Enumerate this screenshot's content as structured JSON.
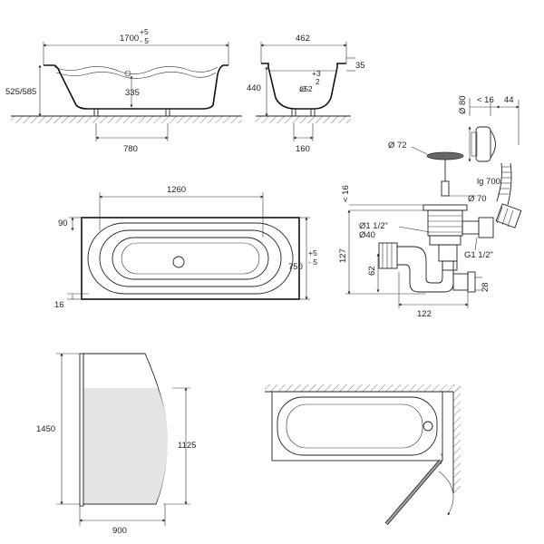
{
  "side_view": {
    "length": "1700",
    "tol_plus": "+5",
    "tol_minus": "- 5",
    "height": "525/585",
    "depth": "335",
    "leg_spacing": "780"
  },
  "end_view": {
    "width": "462",
    "rim": "35",
    "height": "440",
    "tol_plus": "+3",
    "tol_minus": "2",
    "drain_diam": "ø52",
    "leg_spacing": "160"
  },
  "top_view": {
    "inner_length": "1260",
    "head_offset": "90",
    "foot_offset": "16",
    "width": "750",
    "tol_plus": "+5",
    "tol_minus": "- 5"
  },
  "drain": {
    "cap_diam": "Ø 72",
    "overflow_diam": "Ø 80",
    "overflow_max": "< 16",
    "overflow_depth": "44",
    "hose_len": "lg 700",
    "body_diam": "Ø 70",
    "top_max": "< 16",
    "thread_1": "Ø1 1/2\"",
    "diam_40": "Ø40",
    "thread_2": "G1 1/2\"",
    "height_127": "127",
    "height_62": "62",
    "height_28": "28",
    "width_122": "122"
  },
  "screen": {
    "height": "1450",
    "glass_height": "1125",
    "width": "900"
  }
}
